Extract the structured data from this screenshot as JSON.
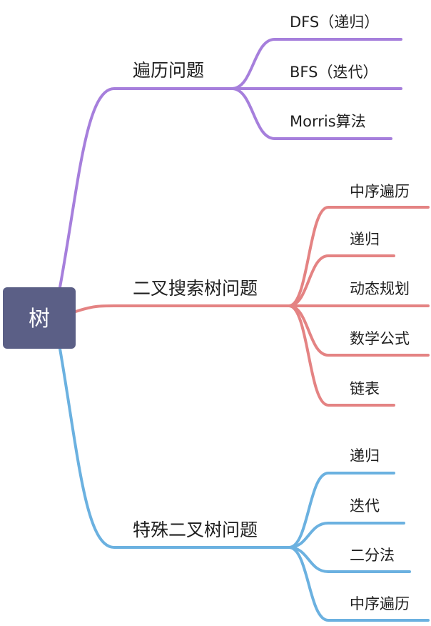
{
  "root": {
    "label": "树",
    "color": "#5b5f86"
  },
  "branches": [
    {
      "label": "遍历问题",
      "color": "#a67fdc",
      "children": [
        "DFS（递归）",
        "BFS（迭代）",
        "Morris算法"
      ]
    },
    {
      "label": "二叉搜索树问题",
      "color": "#e48383",
      "children": [
        "中序遍历",
        "递归",
        "动态规划",
        "数学公式",
        "链表"
      ]
    },
    {
      "label": "特殊二叉树问题",
      "color": "#6bb1e0",
      "children": [
        "递归",
        "迭代",
        "二分法",
        "中序遍历"
      ]
    }
  ]
}
